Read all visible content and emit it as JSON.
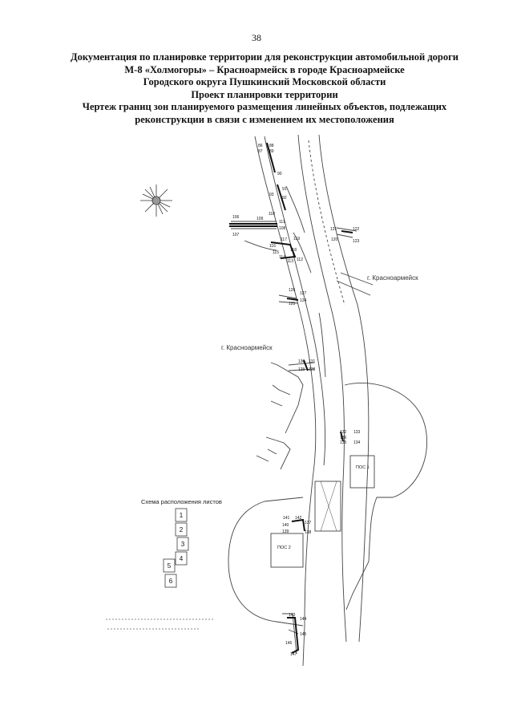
{
  "page_number": "38",
  "title_lines": [
    "Документация по планировке территории для реконструкции автомобильной дороги",
    "М-8 «Холмогоры» – Красноармейск в городе Красноармейске",
    "Городского округа Пушкинский Московской области",
    "Проект планировки территории",
    "Чертеж границ зон планируемого размещения линейных объектов, подлежащих",
    "реконструкции в связи с изменением их местоположения"
  ],
  "map": {
    "town_label_1": "г. Красноармейск",
    "town_label_2": "г. Красноармейск",
    "pos_1": "ПОС 1",
    "pos_2": "ПОС 2",
    "scheme_title": "Схема расположения листов",
    "sheets": [
      "1",
      "2",
      "3",
      "4",
      "5",
      "6"
    ],
    "points": {
      "p86": "86",
      "p87": "87",
      "p88": "88",
      "p89": "89",
      "p90": "90",
      "p91": "91",
      "p92": "92",
      "p93": "93",
      "p106": "106",
      "p107": "107",
      "p108": "108",
      "p109": "109",
      "p110": "110",
      "p111": "111",
      "p115": "115",
      "p116": "116",
      "p117": "117",
      "p118": "118",
      "p119": "119",
      "p112": "112",
      "p113": "113",
      "p114": "114",
      "p120": "120",
      "p121": "121",
      "p122": "122",
      "p123": "123",
      "p124": "124",
      "p125": "125",
      "p126": "126",
      "p127": "127",
      "p128": "128",
      "p129": "129",
      "p130": "130",
      "p131": "131",
      "p132": "132",
      "p133": "133",
      "p134": "134",
      "p135": "135",
      "p136": "136",
      "p137": "137",
      "p138": "138",
      "p139": "139",
      "p140": "140",
      "p141": "141",
      "p142": "142",
      "p143": "143",
      "p144": "144",
      "p145": "145",
      "p146": "146",
      "p147": "147"
    }
  }
}
